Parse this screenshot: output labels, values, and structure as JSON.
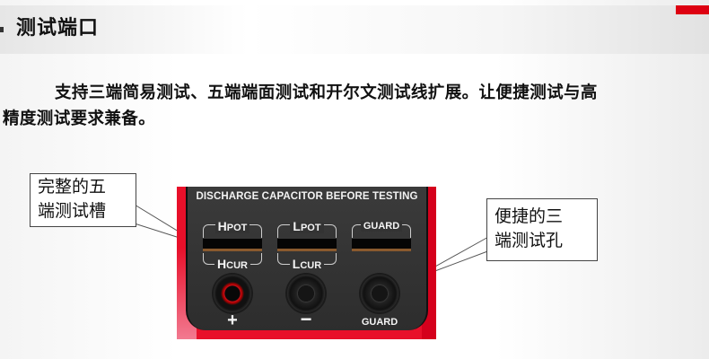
{
  "header": {
    "title": "测试端口",
    "accent_color": "#dd0011"
  },
  "description": {
    "line1": "支持三端简易测试、五端端面测试和开尔文测试线扩展。让便捷测试与高",
    "line2": "精度测试要求兼备。"
  },
  "callouts": {
    "left": {
      "line1": "完整的五",
      "line2": "端测试槽"
    },
    "right": {
      "line1": "便捷的三",
      "line2": "端测试孔"
    }
  },
  "device": {
    "warning": "DISCHARGE CAPACITOR BEFORE TESTING",
    "slots": [
      {
        "top_big": "H",
        "top_small": "POT",
        "bottom_big": "H",
        "bottom_small": "CUR"
      },
      {
        "top_big": "L",
        "top_small": "POT",
        "bottom_big": "L",
        "bottom_small": "CUR"
      },
      {
        "top_label": "GUARD"
      }
    ],
    "jacks": [
      {
        "label": "+",
        "color": "#c4101a"
      },
      {
        "label": "−",
        "color": "#222222"
      },
      {
        "label": "GUARD",
        "color": "#222222"
      }
    ],
    "body_color": "#e8102a",
    "panel_color": "#333333"
  }
}
